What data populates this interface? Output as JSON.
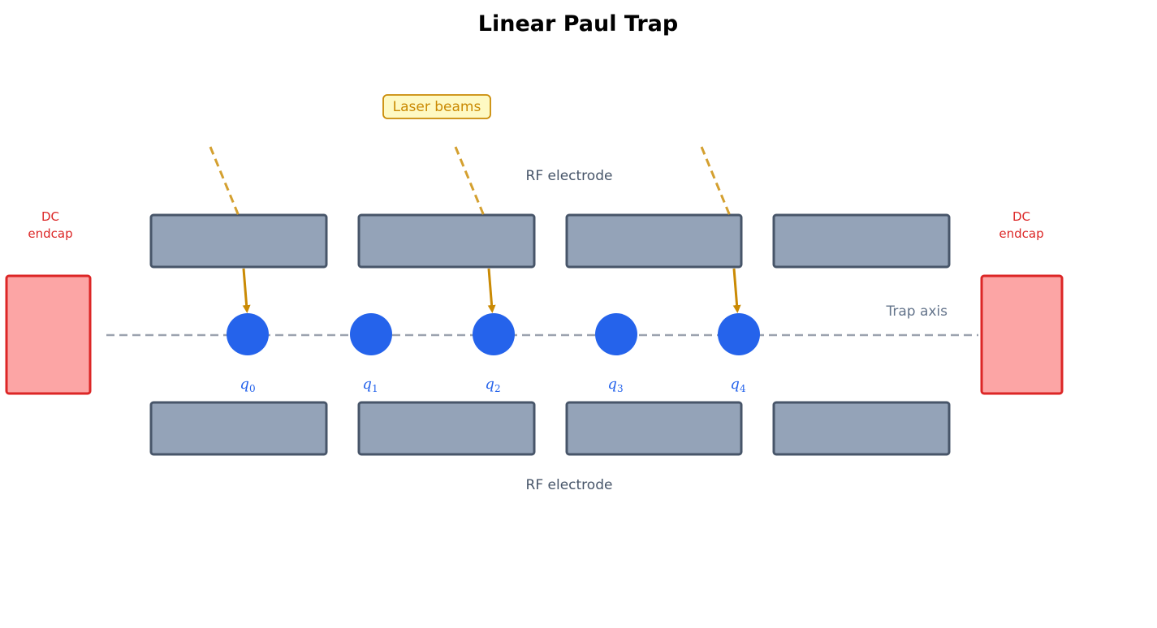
{
  "title": "Linear Paul Trap",
  "laser_label": "Laser beams",
  "rf_electrode_top_label": "RF electrode",
  "rf_electrode_bottom_label": "RF electrode",
  "trap_axis_label": "Trap axis",
  "dc_endcap_left": {
    "line1": "DC",
    "line2": "endcap"
  },
  "dc_endcap_right": {
    "line1": "DC",
    "line2": "endcap"
  },
  "ions": [
    {
      "symbol": "q",
      "sub": "0",
      "addressed": true
    },
    {
      "symbol": "q",
      "sub": "1",
      "addressed": false
    },
    {
      "symbol": "q",
      "sub": "2",
      "addressed": true
    },
    {
      "symbol": "q",
      "sub": "3",
      "addressed": false
    },
    {
      "symbol": "q",
      "sub": "4",
      "addressed": true
    }
  ],
  "electrode_segments_per_rail": 4,
  "colors": {
    "electrode_fill": "#94a3b8",
    "electrode_stroke": "#475569",
    "endcap_fill": "#fca5a5",
    "endcap_stroke": "#dc2626",
    "ion": "#2563eb",
    "laser_dash": "#d4a030",
    "laser_arrow": "#ca8a04",
    "axis_line": "#9ca3af",
    "laser_label_bg": "#fef9c3"
  }
}
